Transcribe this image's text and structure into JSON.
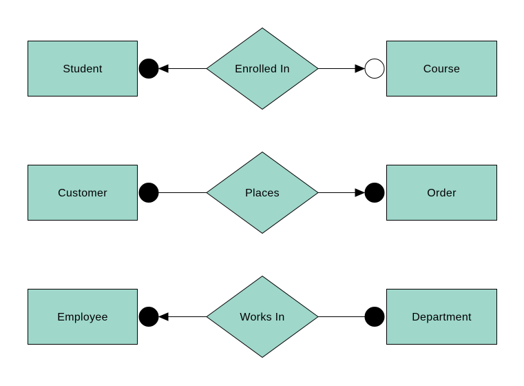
{
  "diagram": {
    "type": "entity-relationship-diagram",
    "colors": {
      "background": "#ffffff",
      "shape_fill": "#9fd7ca",
      "shape_stroke": "#000000",
      "line_color": "#000000",
      "terminal_fill": "#000000",
      "open_terminal_fill": "#ffffff",
      "text_color": "#000000"
    },
    "rows": [
      {
        "left_entity": "Student",
        "relationship": "Enrolled In",
        "right_entity": "Course",
        "left_terminal": "filled-circle",
        "right_terminal": "open-circle",
        "left_arrow": "points-toward-left-entity",
        "right_arrow": "points-toward-right-entity"
      },
      {
        "left_entity": "Customer",
        "relationship": "Places",
        "right_entity": "Order",
        "left_terminal": "filled-circle",
        "right_terminal": "filled-circle",
        "left_arrow": "none",
        "right_arrow": "points-toward-right-entity"
      },
      {
        "left_entity": "Employee",
        "relationship": "Works In",
        "right_entity": "Department",
        "left_terminal": "filled-circle",
        "right_terminal": "filled-circle",
        "left_arrow": "points-toward-left-entity",
        "right_arrow": "none"
      }
    ]
  }
}
